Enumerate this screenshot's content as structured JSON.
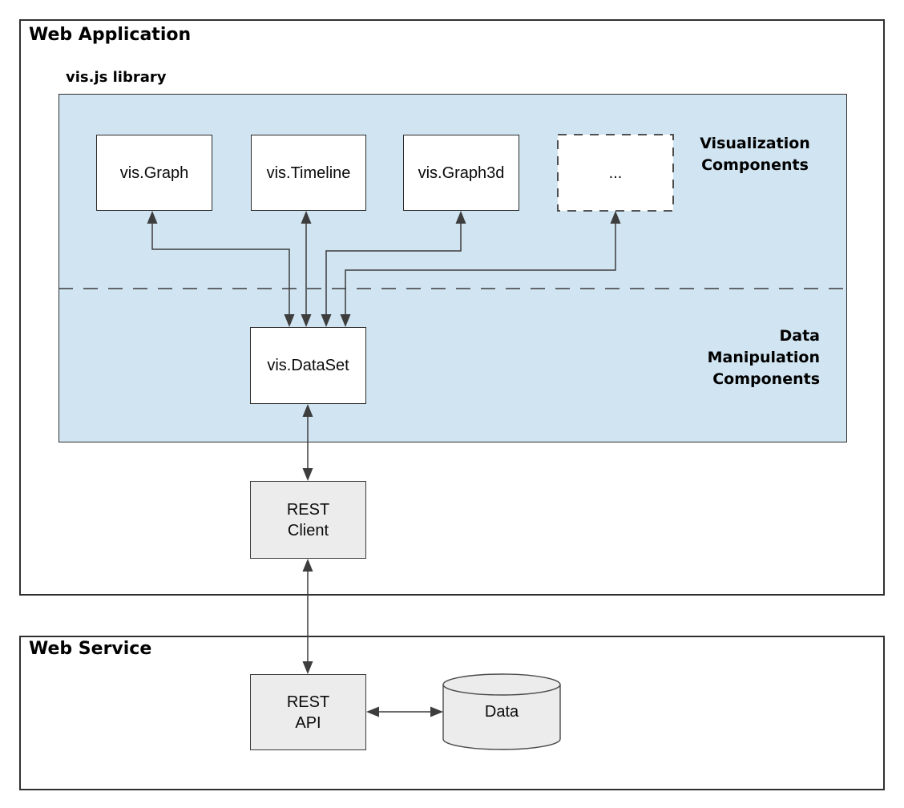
{
  "web_application": {
    "title": "Web Application",
    "library_label": "vis.js library",
    "component_boxes": [
      {
        "label": "vis.Graph"
      },
      {
        "label": "vis.Timeline"
      },
      {
        "label": "vis.Graph3d"
      },
      {
        "label": "..."
      }
    ],
    "visualization_section_label": "Visualization\nComponents",
    "dataset_box_label": "vis.DataSet",
    "data_manipulation_section_label": "Data\nManipulation\nComponents",
    "rest_client_label": "REST\nClient"
  },
  "web_service": {
    "title": "Web Service",
    "rest_api_label": "REST\nAPI",
    "data_store_label": "Data"
  },
  "colors": {
    "panel_blue": "#d0e4f1",
    "node_gray": "#ececec",
    "line_dark": "#3d3d3d",
    "border_dark": "#2f2f2f"
  }
}
